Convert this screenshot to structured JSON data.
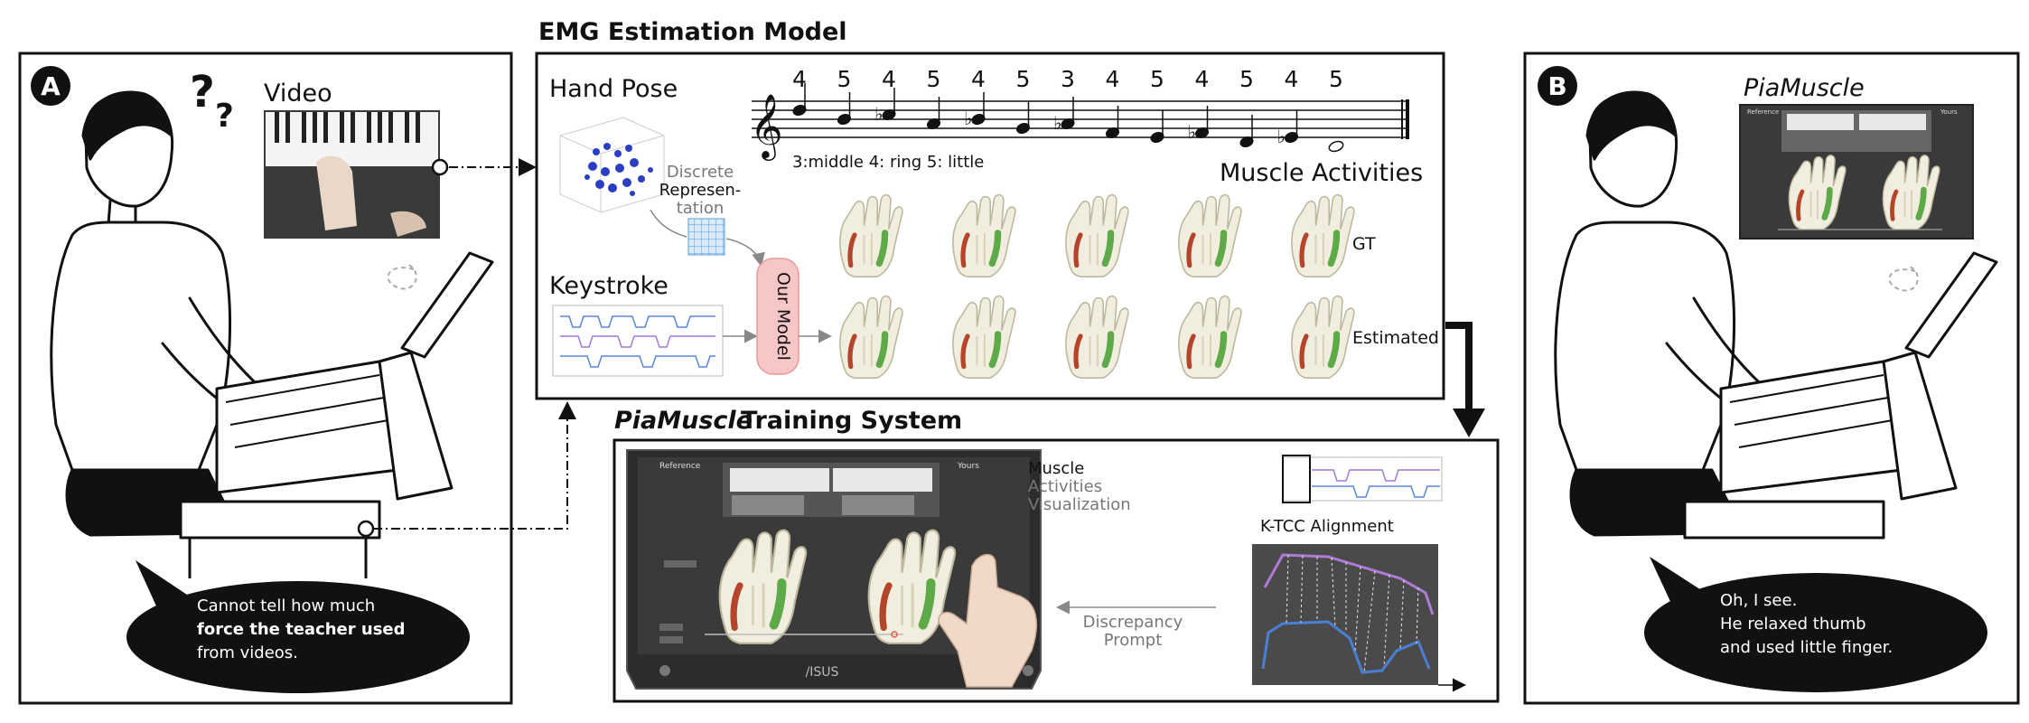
{
  "panelA": {
    "badge": "A",
    "thought": "?",
    "thought2": "?",
    "video_label": "Video",
    "bubble_line1": "Cannot tell how much",
    "bubble_line2": "force the teacher used",
    "bubble_line3": "from videos."
  },
  "emg": {
    "title": "EMG Estimation Model",
    "hand_pose": "Hand Pose",
    "keystroke": "Keystroke",
    "discrete1": "Discrete",
    "discrete2": "Represen-",
    "discrete3": "tation",
    "our_model": "Our Model",
    "finger_legend": "3:middle  4: ring  5: little",
    "fingerings": [
      "4",
      "5",
      "4",
      "5",
      "4",
      "5",
      "3",
      "4",
      "5",
      "4",
      "5",
      "4",
      "5"
    ],
    "muscle_activities": "Muscle Activities",
    "gt": "GT",
    "estimated": "Estimated"
  },
  "training": {
    "title_italic": "PiaMuscle",
    "title_rest": " Training System",
    "reference": "Reference",
    "yours": "Yours",
    "viz1": "Muscle",
    "viz2": "Activities",
    "viz3": "Visualization",
    "ktcc": "K-TCC Alignment",
    "prompt1": "Discrepancy",
    "prompt2": "Prompt",
    "brand": "/ISUS"
  },
  "panelB": {
    "badge": "B",
    "app_title": "PiaMuscle",
    "reference": "Reference",
    "yours": "Yours",
    "bubble_line1": "Oh, I see.",
    "bubble_line2": "He relaxed thumb",
    "bubble_line3": "and used little finger."
  },
  "colors": {
    "muscle_red": "#b5452a",
    "muscle_green": "#5faa48",
    "model_pink": "#f7c6c6",
    "grid_blue": "#8fbde6",
    "align_purple": "#b07ad8",
    "align_blue": "#4a7fd6"
  }
}
